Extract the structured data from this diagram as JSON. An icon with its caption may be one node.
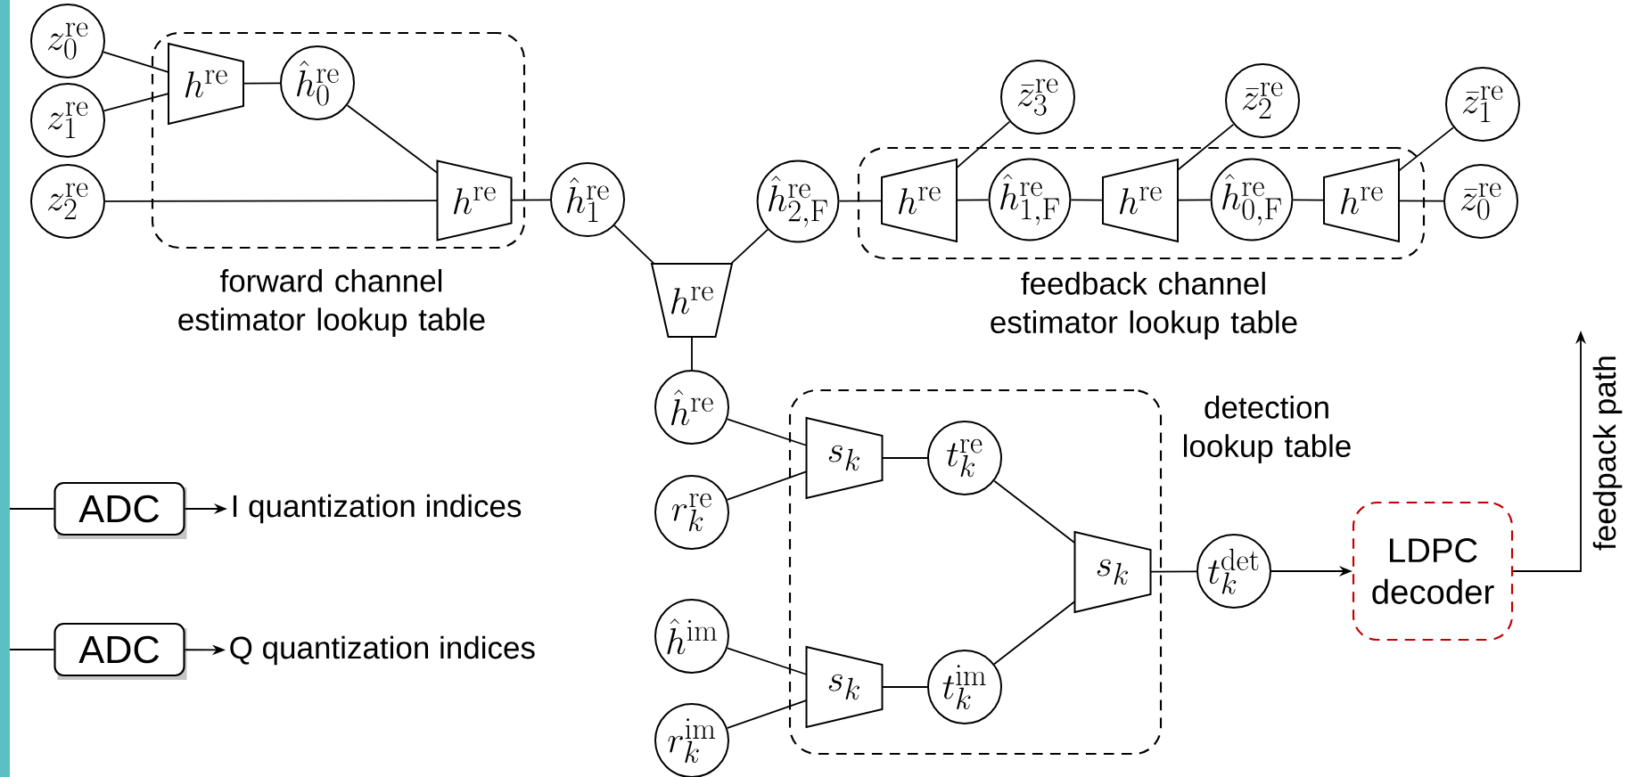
{
  "diagram": {
    "nodes": [
      {
        "text": [
          "z_{0}^{\\mathrm{re}}"
        ]
      },
      {
        "text": [
          "z_{1}^{\\mathrm{re}}"
        ]
      },
      {
        "text": [
          "z_{2}^{\\mathrm{re}}"
        ]
      },
      {
        "text": [
          "forward channel estimator lookup table"
        ]
      },
      {
        "text": [
          "h^{\\mathrm{re}}"
        ],
        "in": 3
      },
      {
        "text": [
          "\\hat{h}_{0}^{\\mathrm{re}}"
        ],
        "in": 3
      },
      {
        "text": [
          "h^{\\mathrm{re}}"
        ],
        "in": 3
      },
      {
        "text": [
          "\\hat{h}_{1}^{\\mathrm{re}}"
        ]
      },
      {
        "text": [
          "h^{\\mathrm{re}}"
        ]
      },
      {
        "text": [
          "\\hat{h}_{2,\\mathrm{F}}^{\\mathrm{re}}"
        ]
      },
      {
        "text": [
          "feedback channel estimator lookup table"
        ]
      },
      {
        "text": [
          "h^{\\mathrm{re}}"
        ],
        "in": 10
      },
      {
        "text": [
          "\\hat{h}_{1,\\mathrm{F}}^{\\mathrm{re}}"
        ],
        "in": 10
      },
      {
        "text": [
          "h^{\\mathrm{re}}"
        ],
        "in": 10
      },
      {
        "text": [
          "\\hat{h}_{0,\\mathrm{F}}^{\\mathrm{re}}"
        ],
        "in": 10
      },
      {
        "text": [
          "h^{\\mathrm{re}}"
        ],
        "in": 10
      },
      {
        "text": [
          "\\bar{z}_{0}^{\\mathrm{re}}"
        ]
      },
      {
        "text": [
          "\\bar{z}_{3}^{\\mathrm{re}}"
        ]
      },
      {
        "text": [
          "\\bar{z}_{2}^{\\mathrm{re}}"
        ]
      },
      {
        "text": [
          "\\bar{z}_{1}^{\\mathrm{re}}"
        ]
      },
      {
        "text": [
          "\\hat{h}^{\\mathrm{re}}"
        ]
      },
      {
        "text": [
          "r_{k}^{\\mathrm{re}}"
        ]
      },
      {
        "text": [
          "detection lookup table"
        ]
      },
      {
        "text": [
          "s_{k}"
        ],
        "in": 22
      },
      {
        "text": [
          "t_{k}^{\\mathrm{re}}"
        ],
        "in": 22
      },
      {
        "text": [
          "s_{k}"
        ],
        "in": 22
      },
      {
        "text": [
          "s_{k}"
        ],
        "in": 22
      },
      {
        "text": [
          "t_{k}^{\\mathrm{im}}"
        ],
        "in": 22
      },
      {
        "text": [
          "\\hat{h}^{\\mathrm{im}}"
        ]
      },
      {
        "text": [
          "r_{k}^{\\mathrm{im}}"
        ]
      },
      {
        "text": [
          "t_{k}^{\\mathrm{det}}"
        ]
      },
      {
        "text": [
          "LDPC decoder"
        ]
      },
      {
        "text": [
          "ADC"
        ]
      },
      {
        "text": [
          "I quantization indices"
        ]
      },
      {
        "text": [
          "ADC"
        ]
      },
      {
        "text": [
          "Q quantization indices"
        ]
      }
    ],
    "edges": [
      {
        "from": 0,
        "to": 4,
        "arrow": "none"
      },
      {
        "from": 1,
        "to": 4,
        "arrow": "none"
      },
      {
        "from": 4,
        "to": 5,
        "arrow": "none"
      },
      {
        "from": 5,
        "to": 6,
        "arrow": "none"
      },
      {
        "from": 2,
        "to": 6,
        "arrow": "none"
      },
      {
        "from": 6,
        "to": 7,
        "arrow": "none"
      },
      {
        "from": 7,
        "to": 8,
        "arrow": "none"
      },
      {
        "from": 8,
        "to": 9,
        "arrow": "none"
      },
      {
        "from": 9,
        "to": 11,
        "arrow": "none"
      },
      {
        "from": 11,
        "to": 17,
        "arrow": "none"
      },
      {
        "from": 11,
        "to": 12,
        "arrow": "none"
      },
      {
        "from": 12,
        "to": 13,
        "arrow": "none"
      },
      {
        "from": 13,
        "to": 18,
        "arrow": "none"
      },
      {
        "from": 13,
        "to": 14,
        "arrow": "none"
      },
      {
        "from": 14,
        "to": 15,
        "arrow": "none"
      },
      {
        "from": 15,
        "to": 19,
        "arrow": "none"
      },
      {
        "from": 15,
        "to": 16,
        "arrow": "none"
      },
      {
        "from": 8,
        "to": 20,
        "arrow": "none"
      },
      {
        "from": 20,
        "to": 23,
        "arrow": "none"
      },
      {
        "from": 21,
        "to": 23,
        "arrow": "none"
      },
      {
        "from": 23,
        "to": 24,
        "arrow": "none"
      },
      {
        "from": 24,
        "to": 25,
        "arrow": "none"
      },
      {
        "from": 28,
        "to": 26,
        "arrow": "none"
      },
      {
        "from": 29,
        "to": 26,
        "arrow": "none"
      },
      {
        "from": 26,
        "to": 27,
        "arrow": "none"
      },
      {
        "from": 27,
        "to": 25,
        "arrow": "none"
      },
      {
        "from": 25,
        "to": 30,
        "arrow": "none"
      },
      {
        "from": 30,
        "to": 31,
        "arrow": "to"
      },
      {
        "from": 31,
        "to": null,
        "arrow": "to",
        "label": "feedpack path"
      },
      {
        "from": null,
        "to": 32,
        "arrow": "none"
      },
      {
        "from": 32,
        "to": 33,
        "arrow": "to"
      },
      {
        "from": null,
        "to": 34,
        "arrow": "none"
      },
      {
        "from": 34,
        "to": 35,
        "arrow": "to"
      }
    ]
  }
}
